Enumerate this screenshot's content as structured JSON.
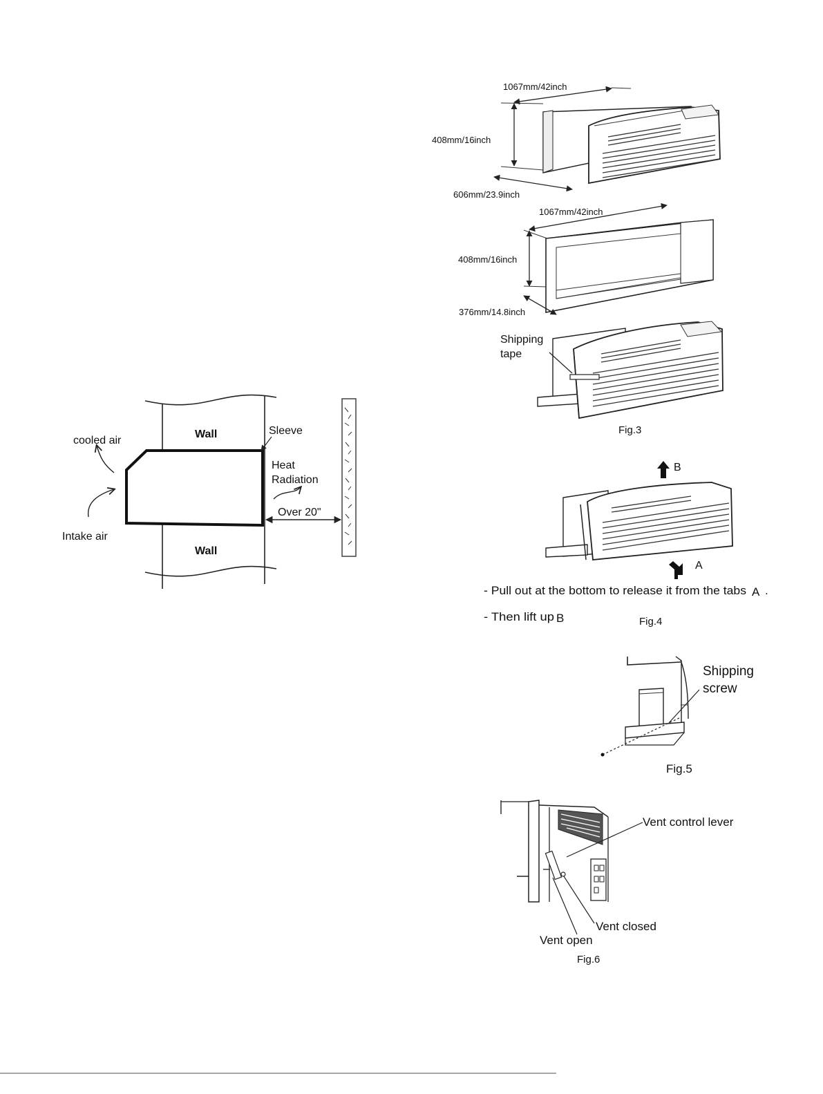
{
  "fig_wall": {
    "wall_top": "Wall",
    "wall_bottom": "Wall",
    "sleeve": "Sleeve",
    "cooled_air": "cooled air",
    "heat_line1": "Heat",
    "heat_line2": "Radiation",
    "intake_air": "Intake air",
    "clearance": "Over 20\""
  },
  "fig3": {
    "unit_width": "1067mm/42inch",
    "unit_height": "408mm/16inch",
    "unit_depth": "606mm/23.9inch",
    "sleeve_width": "1067mm/42inch",
    "sleeve_height": "408mm/16inch",
    "sleeve_depth": "376mm/14.8inch",
    "tape_line1": "Shipping",
    "tape_line2": "tape",
    "caption": "Fig.3"
  },
  "fig4": {
    "arrow_b": "B",
    "arrow_a": "A",
    "step1": "- Pull out at the bottom to release it from the tabs",
    "step1_letter": "A",
    "step1_end": ".",
    "step2": "- Then lift up",
    "step2_letter": "B",
    "caption": "Fig.4"
  },
  "fig5": {
    "screw_line1": "Shipping",
    "screw_line2": "screw",
    "caption": "Fig.5"
  },
  "fig6": {
    "lever": "Vent control lever",
    "closed": "Vent closed",
    "open": "Vent open",
    "caption": "Fig.6"
  }
}
